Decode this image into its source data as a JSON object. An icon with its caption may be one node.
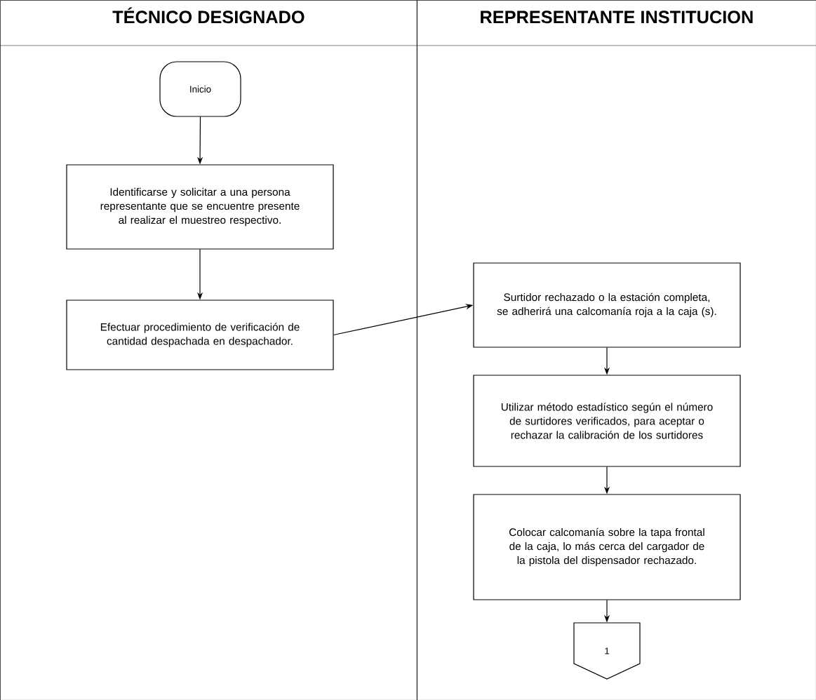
{
  "diagram": {
    "nodes": [
      {
        "text": [
          "TÉCNICO DESIGNADO"
        ]
      },
      {
        "text": [
          "REPRESENTANTE INSTITUCION"
        ]
      },
      {
        "text": [
          "Inicio"
        ],
        "in": 0
      },
      {
        "text": [
          "Identificarse y solicitar a una persona representante que se encuentre presente al realizar el muestreo respectivo."
        ],
        "in": 0
      },
      {
        "text": [
          "Efectuar procedimiento de verificación de cantidad despachada en despachador."
        ],
        "in": 0
      },
      {
        "text": [
          "Surtidor rechazado o la estación completa, se adherirá una calcomanía roja a la caja (s)."
        ],
        "in": 1
      },
      {
        "text": [
          "Utilizar método estadístico según el número de surtidores verificados, para aceptar o rechazar la calibración de los surtidores"
        ],
        "in": 1
      },
      {
        "text": [
          "Colocar calcomanía sobre la tapa frontal de la caja, lo más cerca del cargador de la pistola del dispensador rechazado."
        ],
        "in": 1
      },
      {
        "text": [
          "1"
        ],
        "in": 1
      }
    ],
    "edges": [
      {
        "from": 2,
        "to": 3,
        "arrow": "to"
      },
      {
        "from": 3,
        "to": 4,
        "arrow": "to"
      },
      {
        "from": 4,
        "to": 5,
        "arrow": "to"
      },
      {
        "from": 5,
        "to": 6,
        "arrow": "to"
      },
      {
        "from": 6,
        "to": 7,
        "arrow": "to"
      },
      {
        "from": 7,
        "to": 8,
        "arrow": "to"
      }
    ]
  }
}
